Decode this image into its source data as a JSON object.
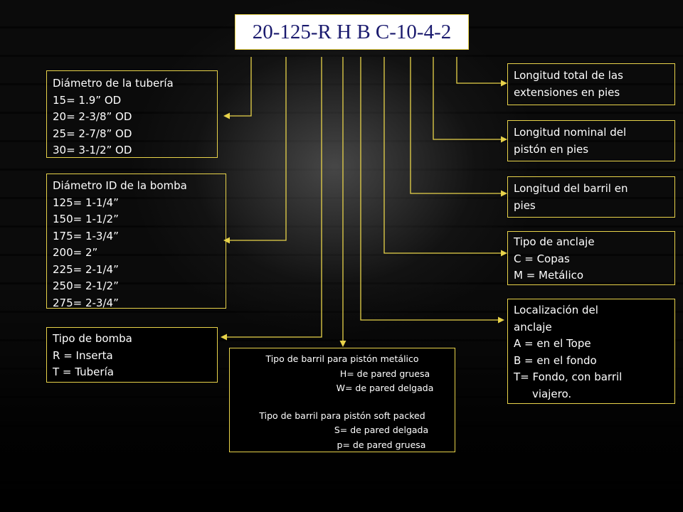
{
  "code": "20-125-R H B C-10-4-2",
  "left_boxes": {
    "tubing_diameter": [
      "Diámetro de la tubería",
      "15= 1.9” OD",
      "20= 2-3/8” OD",
      "25= 2-7/8” OD",
      "30= 3-1/2” OD"
    ],
    "pump_id": [
      "Diámetro ID de la bomba",
      "125= 1-1/4”",
      "150= 1-1/2”",
      "175= 1-3/4”",
      "200= 2”",
      "225= 2-1/4”",
      "250= 2-1/2”",
      "275= 2-3/4”"
    ],
    "pump_type": [
      "Tipo de bomba",
      "R = Inserta",
      "T = Tubería"
    ]
  },
  "right_boxes": {
    "extensions_length": [
      "Longitud total de las",
      "extensiones en pies"
    ],
    "plunger_length": [
      "Longitud nominal del",
      "pistón en pies"
    ],
    "barrel_length": [
      "Longitud del barril en",
      "pies"
    ],
    "anchor_type": [
      "Tipo de anclaje",
      "C = Copas",
      "M = Metálico"
    ],
    "anchor_location": [
      "Localización del",
      "anclaje",
      "A = en el Tope",
      "B = en el fondo",
      "T= Fondo, con barril",
      "viajero."
    ]
  },
  "barrel_box": {
    "metal_title": "Tipo de barril para pistón metálico",
    "metal_h": "H= de pared gruesa",
    "metal_w": "W= de pared delgada",
    "soft_title": "Tipo de barril para pistón soft packed",
    "soft_s": "S= de pared delgada",
    "soft_p": "p= de pared gruesa"
  },
  "colors": {
    "connector": "#e8d34a",
    "code_text": "#1a1a6e",
    "box_text": "#ffffff"
  }
}
